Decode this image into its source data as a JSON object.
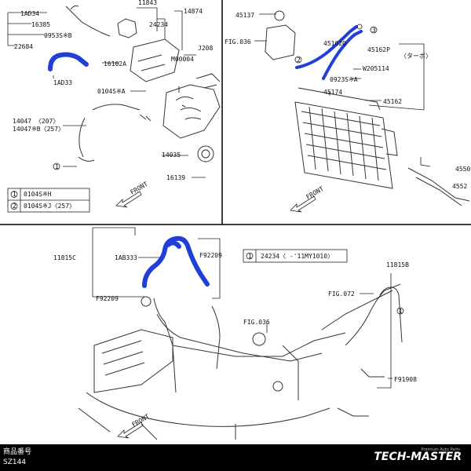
{
  "panel1": {
    "labels": [
      "1AD34",
      "16385",
      "0953S※B",
      "22684",
      "1AD33",
      "16102A",
      "11843",
      "24234",
      "14874",
      "J208",
      "M00004",
      "0104S※A",
      "14047 〈207〉",
      "14047※B〈257〉",
      "14035",
      "16139"
    ],
    "legend": [
      {
        "num": "1",
        "text": "0104S※H"
      },
      {
        "num": "2",
        "text": "0104S※J〈257〉"
      }
    ],
    "front": "FRONT"
  },
  "panel2": {
    "labels": [
      "45137",
      "FIG.036",
      "45162Q",
      "45162P",
      "〈ターボ〉",
      "W205114",
      "0923S※A",
      "45174",
      "45162",
      "4550",
      "4552"
    ],
    "front": "FRONT"
  },
  "panel3": {
    "labels": [
      "11815C",
      "1AB333",
      "F92209",
      "F92209",
      "11815B",
      "FIG.072",
      "FIG.036",
      "F91908"
    ],
    "note_num": "1",
    "note_text": "24234〈 -'11MY1010〉",
    "front": "FRONT"
  },
  "footer": {
    "line1": "商品番号",
    "line2": "SZ144",
    "brand": "TECH-MASTER",
    "tagline": "Premium Auto Parts"
  },
  "colors": {
    "highlight_hose": "#1f3fd6",
    "line": "#222222",
    "footer_bg": "#000000"
  }
}
